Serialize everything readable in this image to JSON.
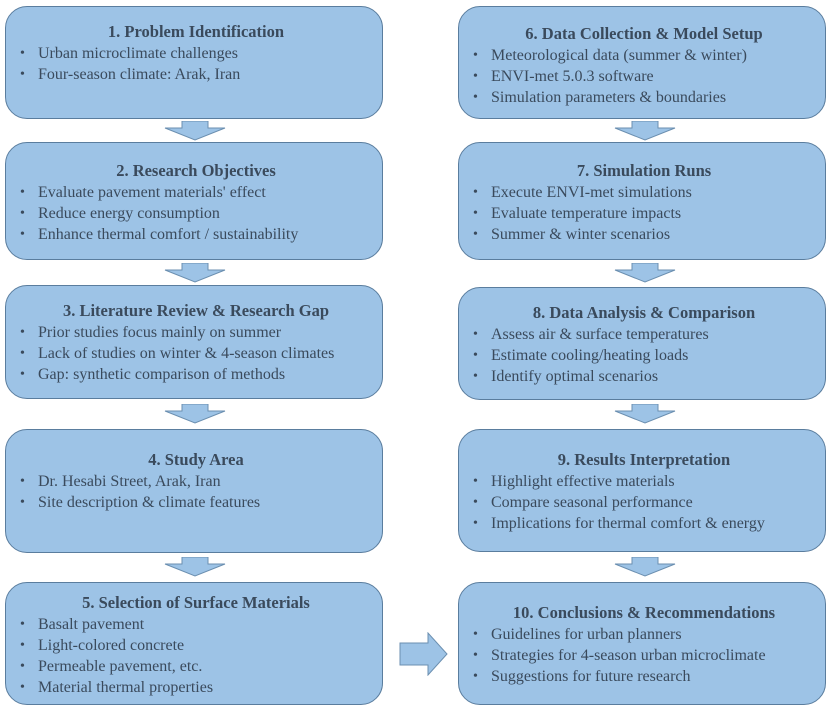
{
  "boxes": [
    {
      "title": "1. Problem Identification",
      "items": [
        "Urban microclimate challenges",
        "Four-season climate: Arak, Iran"
      ]
    },
    {
      "title": "2. Research Objectives",
      "items": [
        "Evaluate pavement materials' effect",
        "Reduce energy consumption",
        "Enhance thermal comfort / sustainability"
      ]
    },
    {
      "title": "3. Literature Review & Research Gap",
      "items": [
        "Prior studies focus mainly on summer",
        "Lack of studies on winter & 4-season climates",
        "Gap: synthetic comparison of methods"
      ]
    },
    {
      "title": "4. Study Area",
      "items": [
        "Dr. Hesabi Street, Arak, Iran",
        "Site description & climate features"
      ]
    },
    {
      "title": "5. Selection of Surface Materials",
      "items": [
        "Basalt pavement",
        "Light-colored concrete",
        "Permeable pavement, etc.",
        "Material thermal properties"
      ]
    },
    {
      "title": "6. Data Collection & Model Setup",
      "items": [
        "Meteorological data (summer & winter)",
        "ENVI-met 5.0.3 software",
        "Simulation parameters & boundaries"
      ]
    },
    {
      "title": "7. Simulation Runs",
      "items": [
        "Execute ENVI-met simulations",
        "Evaluate temperature impacts",
        "Summer & winter scenarios"
      ]
    },
    {
      "title": "8. Data Analysis & Comparison",
      "items": [
        "Assess air & surface temperatures",
        "Estimate cooling/heating loads",
        "Identify optimal scenarios"
      ]
    },
    {
      "title": "9. Results Interpretation",
      "items": [
        "Highlight effective materials",
        "Compare seasonal performance",
        "Implications for thermal comfort & energy"
      ]
    },
    {
      "title": "10. Conclusions & Recommendations",
      "items": [
        "Guidelines for urban planners",
        "Strategies for 4-season urban microclimate",
        "Suggestions for future research"
      ]
    }
  ],
  "colors": {
    "box_fill": "#9dc3e6",
    "box_border": "#5a7d9e",
    "text": "#3a4a5c"
  }
}
